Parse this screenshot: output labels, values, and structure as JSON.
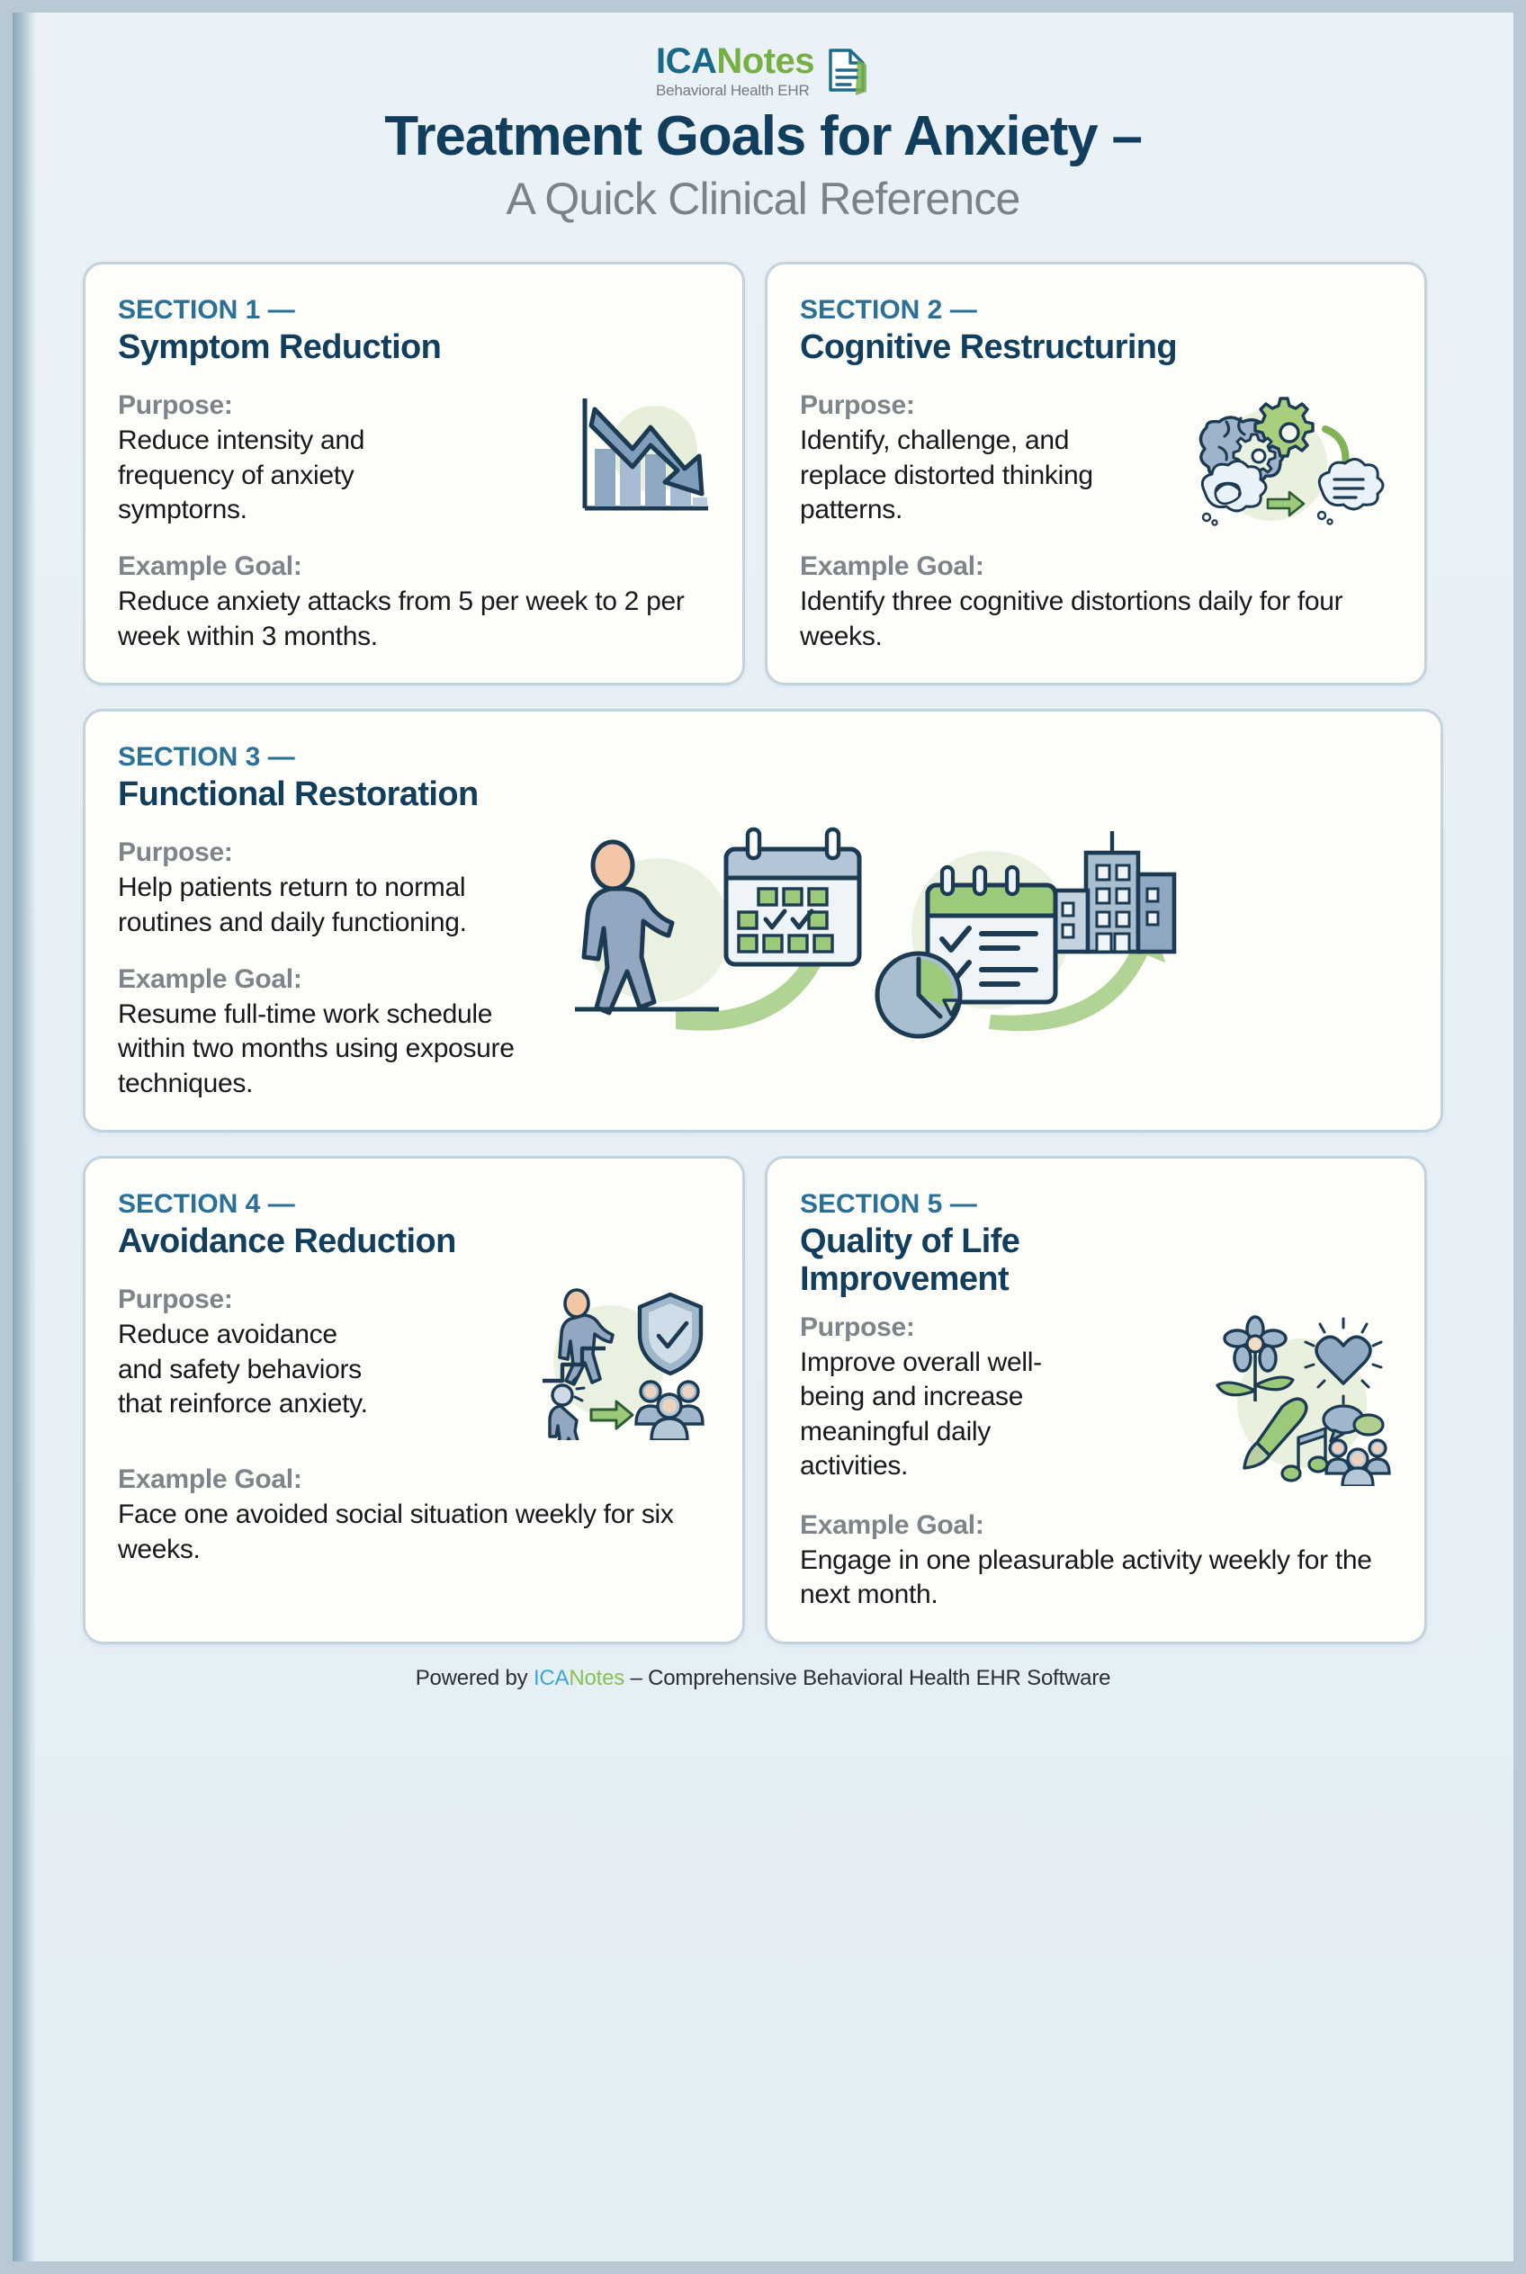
{
  "brand": {
    "logo_ica": "ICA",
    "logo_notes": "Notes",
    "logo_tagline": "Behavioral Health EHR",
    "logo_icon": "document-icon",
    "colors": {
      "ica_blue": "#19698b",
      "notes_green": "#76b043",
      "tagline_gray": "#6e7b82"
    }
  },
  "header": {
    "title": "Treatment Goals for Anxiety –",
    "subtitle": "A Quick Clinical Reference",
    "title_color": "#123e5e",
    "subtitle_color": "#7b8288"
  },
  "labels": {
    "purpose": "Purpose:",
    "example_goal": "Example Goal:"
  },
  "sections": [
    {
      "label": "SECTION 1 —",
      "title": "Symptom Reduction",
      "purpose": "Reduce intensity and frequency of anxiety symptorns.",
      "goal": "Reduce anxiety attacks from 5 per week to 2 per week within 3 months.",
      "icon": "declining-bar-chart-arrow-icon"
    },
    {
      "label": "SECTION 2 —",
      "title": "Cognitive Restructuring",
      "purpose": "Identify, challenge, and replace distorted thinking patterns.",
      "goal": "Identify three cognitive distortions daily for four weeks.",
      "icon": "brain-gears-thought-bubbles-icon"
    },
    {
      "label": "SECTION 3 —",
      "title": "Functional Restoration",
      "purpose": "Help patients return to normal routines and daily functioning.",
      "goal": "Resume full-time work schedule within two months using exposure techniques.",
      "icon": "walking-person-calendar-checklist-clock-buildings-icon"
    },
    {
      "label": "SECTION 4 —",
      "title": "Avoidance Reduction",
      "purpose": "Reduce avoidance and safety behaviors that reinforce anxiety.",
      "goal": "Face one avoided social situation weekly for six weeks.",
      "icon": "person-stairs-shield-group-icon"
    },
    {
      "label": "SECTION 5 —",
      "title": "Quality of Life Improvement",
      "purpose": "Improve overall well-being and increase meaningful daily activities.",
      "goal": "Engage in one pleasurable activity weekly for the next month.",
      "icon": "flower-heart-paintbrush-music-people-icon"
    }
  ],
  "footer": {
    "prefix": "Powered by ",
    "brand_ica": "ICA",
    "brand_notes": "Notes",
    "suffix": " – Comprehensive Behavioral Health EHR Software"
  },
  "theme": {
    "section_label_blue": "#2b7096",
    "section_title_navy": "#123e5e",
    "body_label_gray": "#7e858a",
    "card_bg": "#fdfdfa",
    "card_border": "#c3d3de",
    "page_bg": "#e7f0f6",
    "accent_green": "#8cbf52",
    "icon_blue": "#8fa8c2",
    "icon_outline": "#1c3b52"
  }
}
